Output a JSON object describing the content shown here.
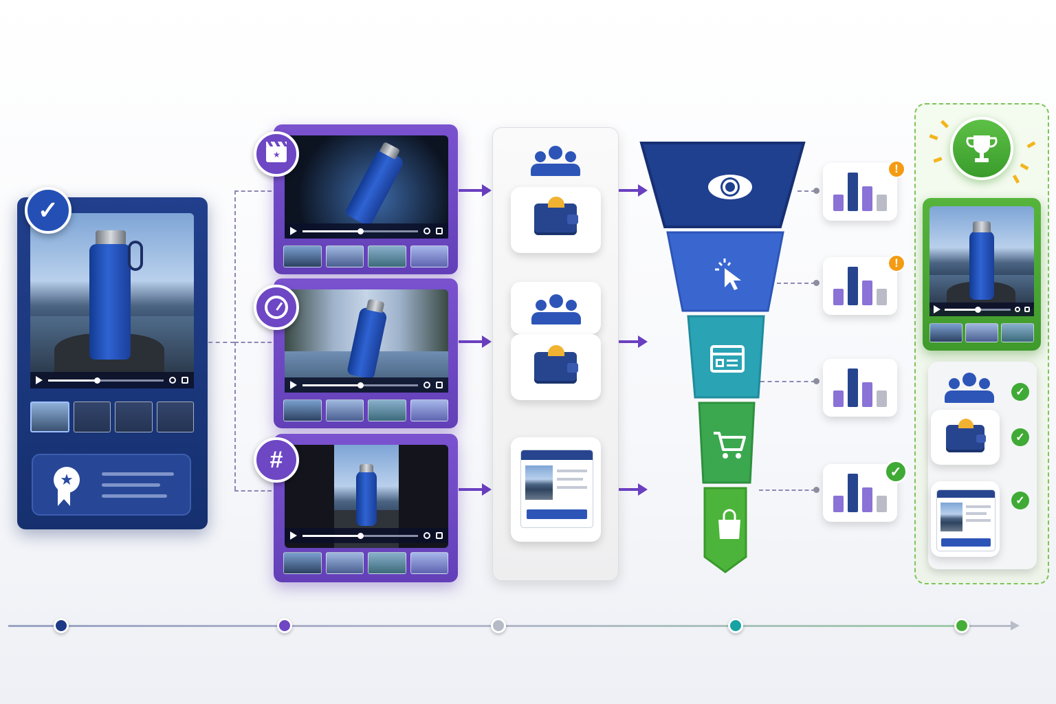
{
  "source_card": {
    "badge": "check-icon",
    "award_icon": "award-ribbon-icon",
    "progress": 0.42
  },
  "variants": [
    {
      "badge": "clapperboard-icon",
      "style": "splash",
      "progress": 0.5
    },
    {
      "badge": "speedometer-icon",
      "style": "motion-blur",
      "progress": 0.5
    },
    {
      "badge": "crop-icon",
      "style": "cropped",
      "progress": 0.5
    }
  ],
  "audience_tiles": [
    {
      "icon_top": "audience-icon",
      "icon_bottom": "wallet-icon"
    },
    {
      "icon_top": "audience-icon",
      "icon_bottom": "wallet-icon"
    },
    {
      "icon": "product-page-icon"
    }
  ],
  "funnel_stages": [
    {
      "icon": "eye-icon",
      "color": "#1f3f8f"
    },
    {
      "icon": "click-icon",
      "color": "#3a67cf"
    },
    {
      "icon": "landing-page-icon",
      "color": "#2aa3b5"
    },
    {
      "icon": "cart-icon",
      "color": "#3ba84f"
    },
    {
      "icon": "shopping-bag-icon",
      "color": "#4cb43a"
    }
  ],
  "stat_cards": [
    {
      "status": "warning",
      "bars": [
        0.3,
        0.7,
        0.45,
        0.3
      ]
    },
    {
      "status": "warning",
      "bars": [
        0.3,
        0.7,
        0.45,
        0.3
      ]
    },
    {
      "status": "none",
      "bars": [
        0.3,
        0.7,
        0.45,
        0.3
      ]
    },
    {
      "status": "check",
      "bars": [
        0.3,
        0.7,
        0.45,
        0.3
      ]
    }
  ],
  "winner": {
    "icon": "trophy-icon",
    "checks": [
      "audience-icon",
      "wallet-icon",
      "product-page-icon"
    ]
  },
  "colors": {
    "navy": "#1c3a86",
    "purple": "#6d47c4",
    "teal": "#17a2a4",
    "green": "#45ad38",
    "gray": "#b5bac6"
  },
  "timeline": [
    "navy",
    "purple",
    "gray",
    "teal",
    "green"
  ]
}
